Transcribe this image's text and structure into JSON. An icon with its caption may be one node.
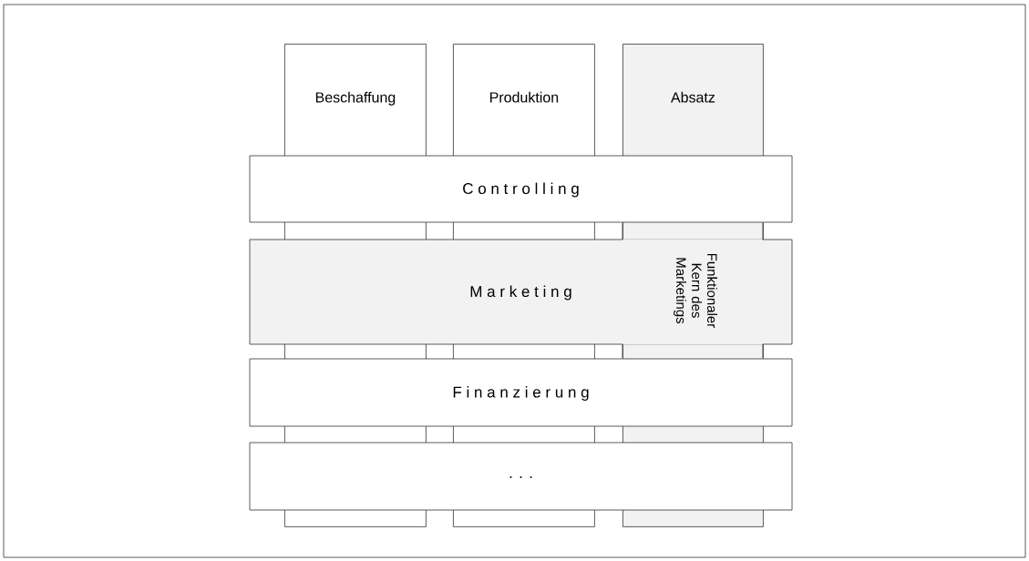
{
  "diagram": {
    "nodes": [
      {
        "text": [
          "Beschaffung"
        ]
      },
      {
        "text": [
          "Produktion"
        ]
      },
      {
        "text": [
          "Absatz"
        ]
      },
      {
        "text": [
          "C o n t r o l l i n g"
        ]
      },
      {
        "text": [
          "M a r k e t i n g",
          "Funktionaler Kern des Marketings"
        ]
      },
      {
        "text": [
          "F i n a n z i e r u n g"
        ]
      },
      {
        "text": [
          ". . ."
        ]
      }
    ]
  }
}
